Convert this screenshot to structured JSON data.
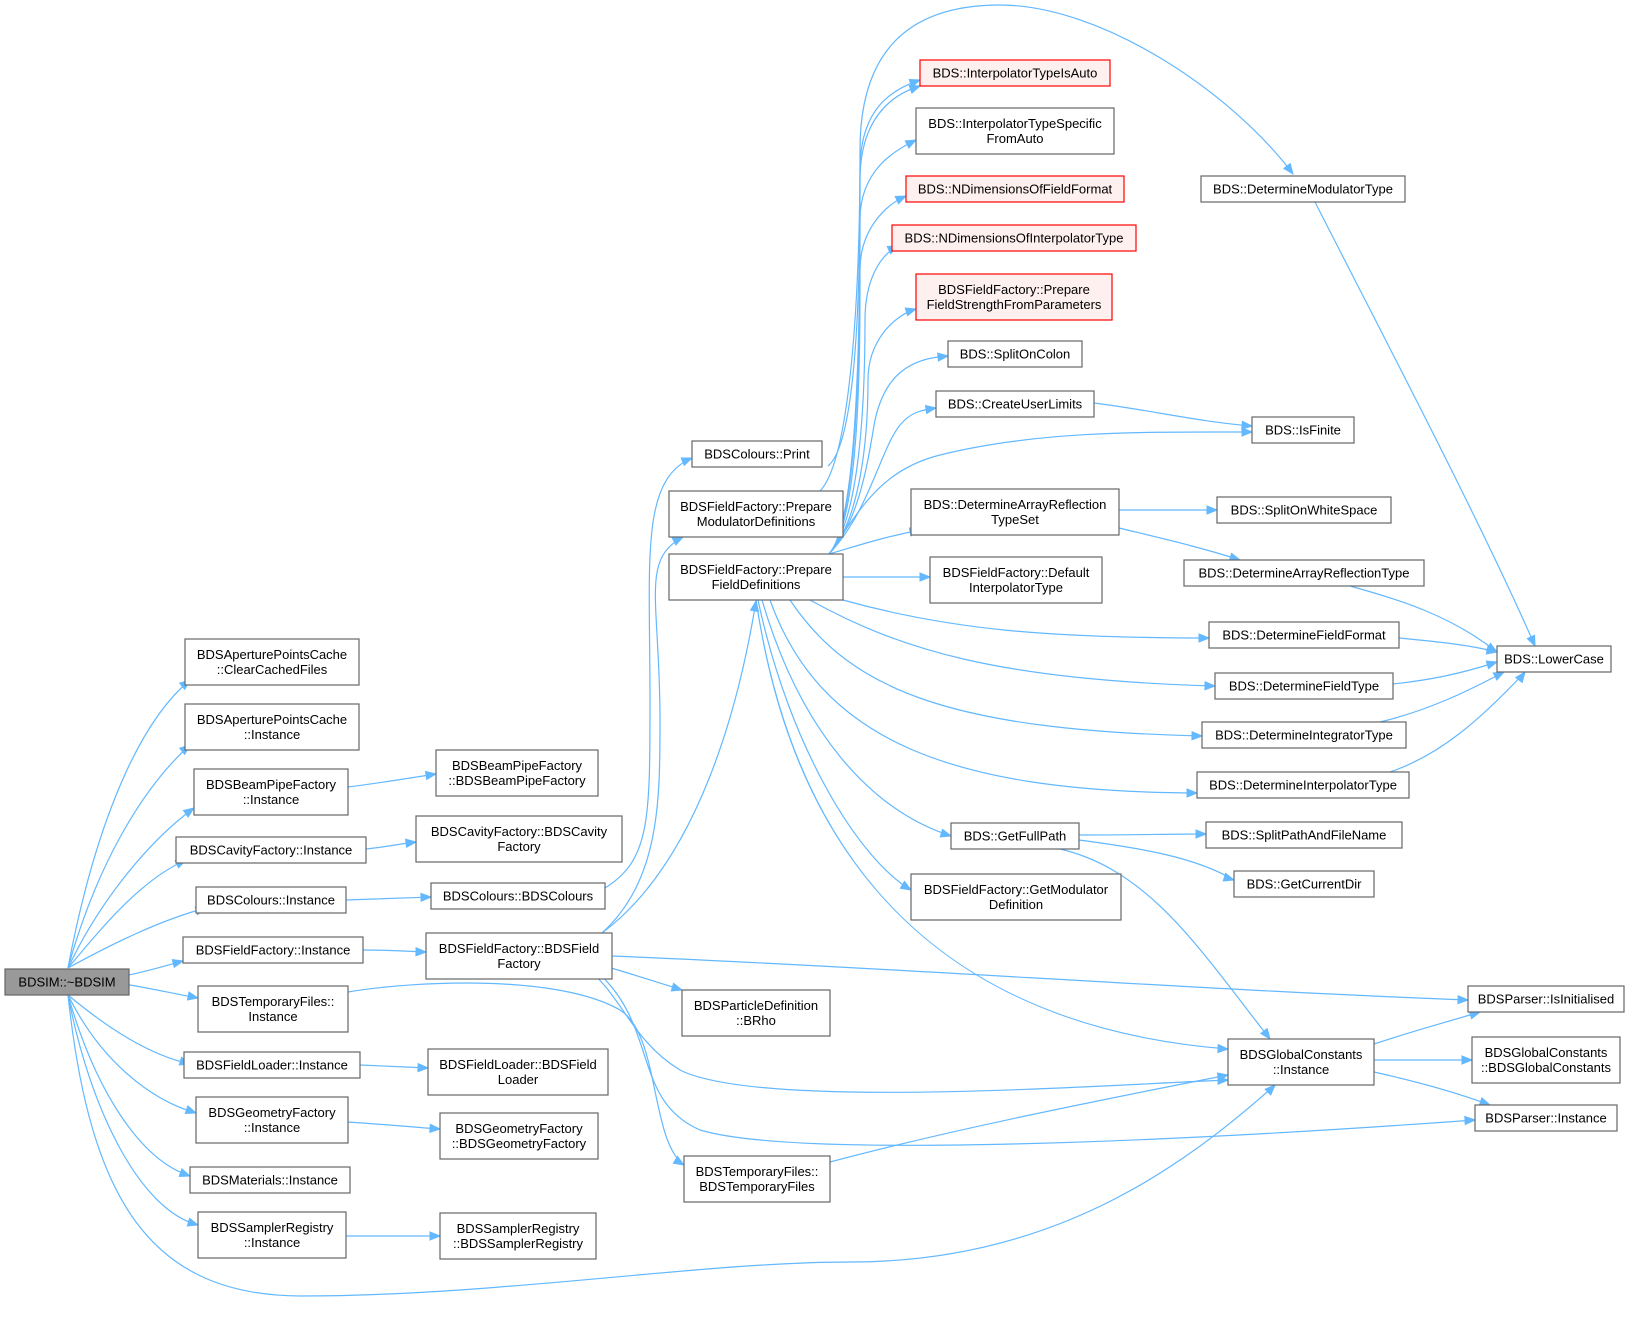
{
  "graph": {
    "colors": {
      "edge": "#63b8ff",
      "node_border": "#666666",
      "root_fill": "#999999",
      "undocumented_border": "#ff0000",
      "undocumented_fill": "#fff0f0"
    },
    "nodes": {
      "root": {
        "lines": [
          "BDSIM::~BDSIM"
        ],
        "style": "root"
      },
      "apcClear": {
        "lines": [
          "BDSAperturePointsCache",
          "::ClearCachedFiles"
        ]
      },
      "apcInst": {
        "lines": [
          "BDSAperturePointsCache",
          "::Instance"
        ]
      },
      "bpfInst": {
        "lines": [
          "BDSBeamPipeFactory",
          "::Instance"
        ]
      },
      "cavInst": {
        "lines": [
          "BDSCavityFactory::Instance"
        ]
      },
      "colInst": {
        "lines": [
          "BDSColours::Instance"
        ]
      },
      "ffInst": {
        "lines": [
          "BDSFieldFactory::Instance"
        ]
      },
      "tfInst": {
        "lines": [
          "BDSTemporaryFiles::",
          "Instance"
        ]
      },
      "flInst": {
        "lines": [
          "BDSFieldLoader::Instance"
        ]
      },
      "gfInst": {
        "lines": [
          "BDSGeometryFactory",
          "::Instance"
        ]
      },
      "matInst": {
        "lines": [
          "BDSMaterials::Instance"
        ]
      },
      "srInst": {
        "lines": [
          "BDSSamplerRegistry",
          "::Instance"
        ]
      },
      "bpfCtor": {
        "lines": [
          "BDSBeamPipeFactory",
          "::BDSBeamPipeFactory"
        ]
      },
      "cavCtor": {
        "lines": [
          "BDSCavityFactory::BDSCavity",
          "Factory"
        ]
      },
      "colCtor": {
        "lines": [
          "BDSColours::BDSColours"
        ]
      },
      "ffCtor": {
        "lines": [
          "BDSFieldFactory::BDSField",
          "Factory"
        ]
      },
      "flCtor": {
        "lines": [
          "BDSFieldLoader::BDSField",
          "Loader"
        ]
      },
      "gfCtor": {
        "lines": [
          "BDSGeometryFactory",
          "::BDSGeometryFactory"
        ]
      },
      "srCtor": {
        "lines": [
          "BDSSamplerRegistry",
          "::BDSSamplerRegistry"
        ]
      },
      "colPrint": {
        "lines": [
          "BDSColours::Print"
        ]
      },
      "prepMod": {
        "lines": [
          "BDSFieldFactory::Prepare",
          "ModulatorDefinitions"
        ]
      },
      "prepField": {
        "lines": [
          "BDSFieldFactory::Prepare",
          "FieldDefinitions"
        ]
      },
      "brho": {
        "lines": [
          "BDSParticleDefinition",
          "::BRho"
        ]
      },
      "tfCtor": {
        "lines": [
          "BDSTemporaryFiles::",
          "BDSTemporaryFiles"
        ]
      },
      "interpAuto": {
        "lines": [
          "BDS::InterpolatorTypeIsAuto"
        ],
        "style": "red"
      },
      "interpSpec": {
        "lines": [
          "BDS::InterpolatorTypeSpecific",
          "FromAuto"
        ]
      },
      "ndimFmt": {
        "lines": [
          "BDS::NDimensionsOfFieldFormat"
        ],
        "style": "red"
      },
      "ndimInterp": {
        "lines": [
          "BDS::NDimensionsOfInterpolatorType"
        ],
        "style": "red"
      },
      "prepStrength": {
        "lines": [
          "BDSFieldFactory::Prepare",
          "FieldStrengthFromParameters"
        ],
        "style": "red"
      },
      "splitColon": {
        "lines": [
          "BDS::SplitOnColon"
        ]
      },
      "createUL": {
        "lines": [
          "BDS::CreateUserLimits"
        ]
      },
      "detArrSet": {
        "lines": [
          "BDS::DetermineArrayReflection",
          "TypeSet"
        ]
      },
      "defInterp": {
        "lines": [
          "BDSFieldFactory::Default",
          "InterpolatorType"
        ]
      },
      "getFullPath": {
        "lines": [
          "BDS::GetFullPath"
        ]
      },
      "getModDef": {
        "lines": [
          "BDSFieldFactory::GetModulator",
          "Definition"
        ]
      },
      "detMod": {
        "lines": [
          "BDS::DetermineModulatorType"
        ]
      },
      "isFinite": {
        "lines": [
          "BDS::IsFinite"
        ]
      },
      "splitWS": {
        "lines": [
          "BDS::SplitOnWhiteSpace"
        ]
      },
      "detArr": {
        "lines": [
          "BDS::DetermineArrayReflectionType"
        ]
      },
      "detFmt": {
        "lines": [
          "BDS::DetermineFieldFormat"
        ]
      },
      "detFType": {
        "lines": [
          "BDS::DetermineFieldType"
        ]
      },
      "detInteg": {
        "lines": [
          "BDS::DetermineIntegratorType"
        ]
      },
      "detInterp": {
        "lines": [
          "BDS::DetermineInterpolatorType"
        ]
      },
      "splitPath": {
        "lines": [
          "BDS::SplitPathAndFileName"
        ]
      },
      "getCurDir": {
        "lines": [
          "BDS::GetCurrentDir"
        ]
      },
      "gcInst": {
        "lines": [
          "BDSGlobalConstants",
          "::Instance"
        ]
      },
      "lowerCase": {
        "lines": [
          "BDS::LowerCase"
        ]
      },
      "parserInit": {
        "lines": [
          "BDSParser::IsInitialised"
        ]
      },
      "gcCtor": {
        "lines": [
          "BDSGlobalConstants",
          "::BDSGlobalConstants"
        ]
      },
      "parserInst": {
        "lines": [
          "BDSParser::Instance"
        ]
      }
    }
  }
}
